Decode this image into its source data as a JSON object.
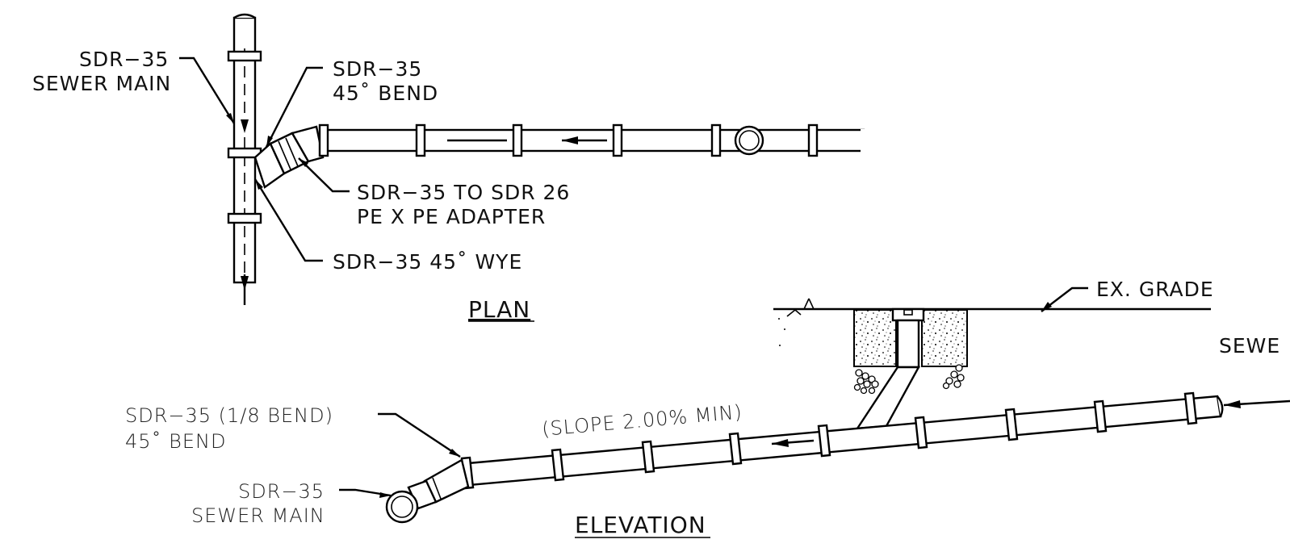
{
  "plan": {
    "title": "PLAN",
    "label_main_1": "SDR−35",
    "label_main_2": "SEWER MAIN",
    "label_bend_1": "SDR−35",
    "label_bend_2": "45˚ BEND",
    "label_adapter_1": "SDR−35 TO SDR 26",
    "label_adapter_2": "PE X PE ADAPTER",
    "label_wye": "SDR−35 45˚ WYE"
  },
  "elevation": {
    "title": "ELEVATION",
    "label_grade": "EX. GRADE",
    "label_sewer_cut": "SEWE",
    "label_slope": "(SLOPE 2.00% MIN)",
    "label_bend_1": "SDR−35 (1/8 BEND)",
    "label_bend_2": "45˚ BEND",
    "label_main_1": "SDR−35",
    "label_main_2": "SEWER MAIN"
  },
  "colors": {
    "line": "#000000",
    "background": "#ffffff"
  }
}
